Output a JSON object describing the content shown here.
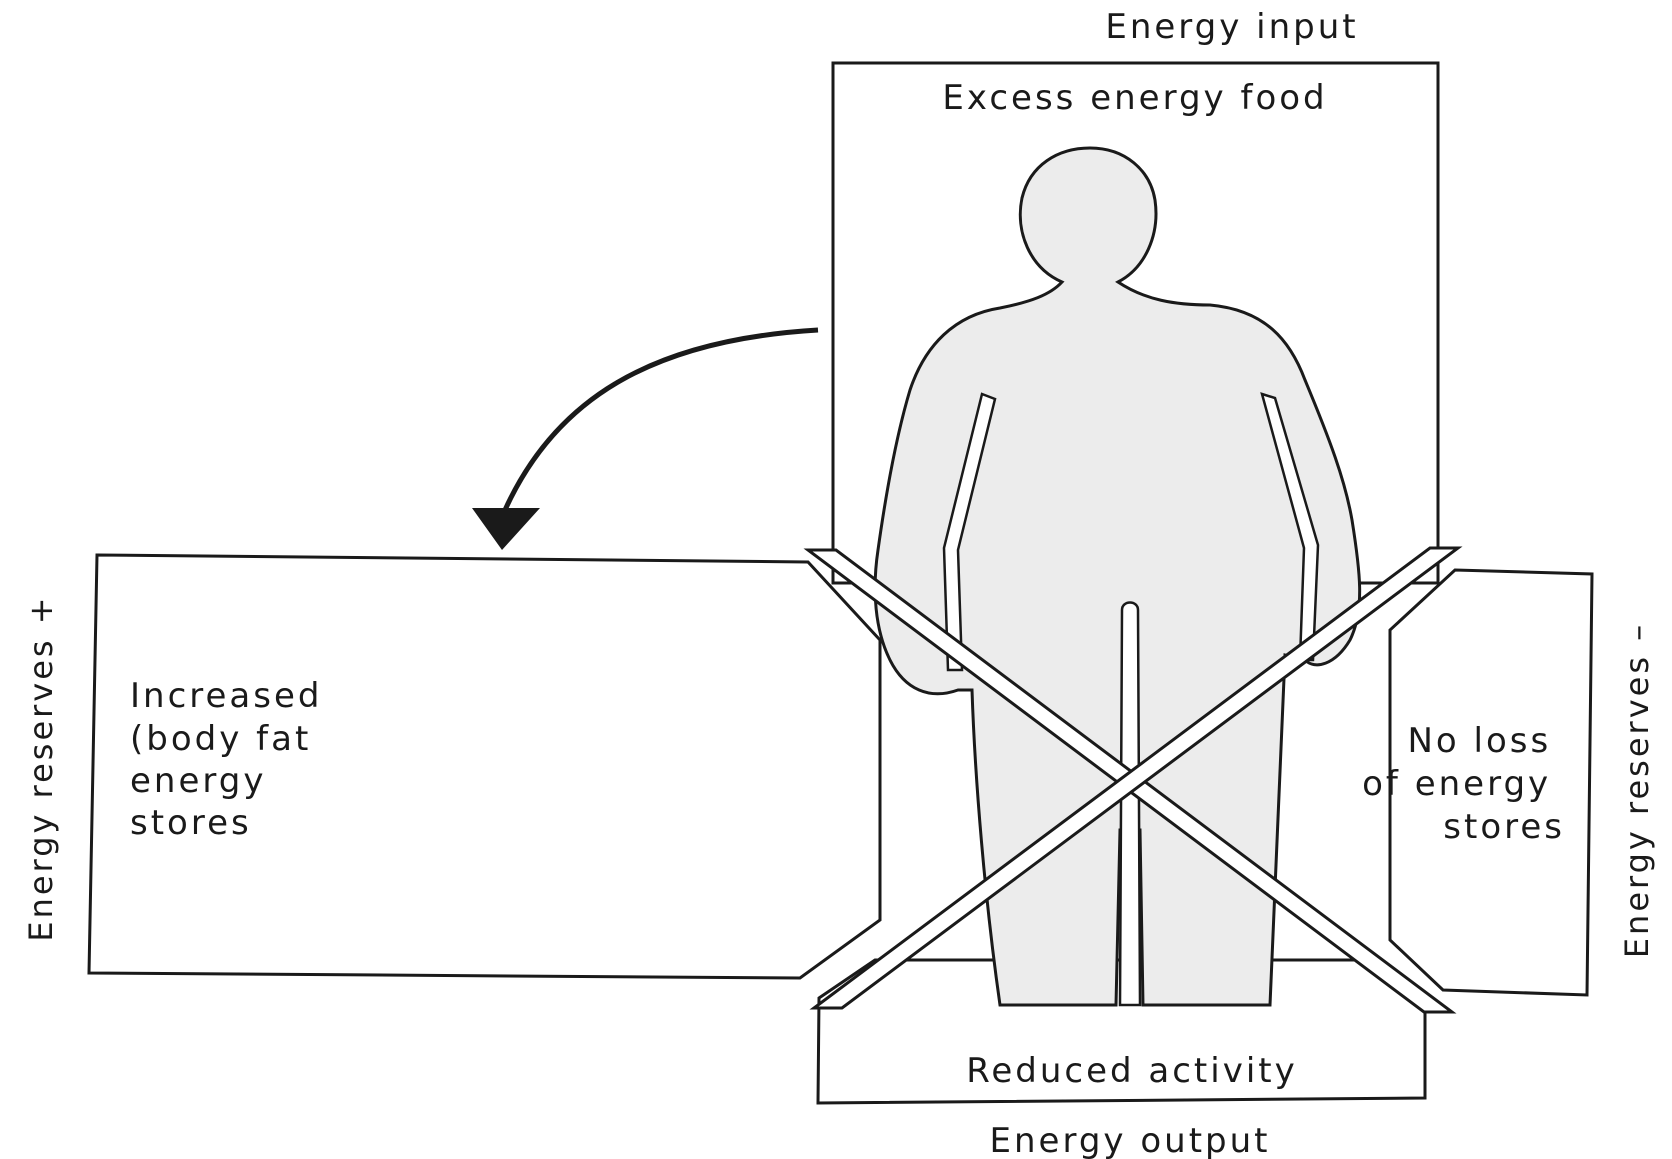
{
  "labels": {
    "energy_input": "Energy input",
    "excess_energy_food": "Excess energy food",
    "energy_reserves_plus": "Energy reserves +",
    "energy_reserves_minus": "Energy reserves –",
    "increased_lines": [
      "Increased",
      "(body fat",
      "energy",
      "stores"
    ],
    "no_loss_lines": [
      "No loss",
      "of energy",
      "stores"
    ],
    "reduced_activity": "Reduced activity",
    "energy_output": "Energy output"
  },
  "icons": {
    "figure": "human-figure-icon",
    "arrow": "curved-arrow-icon",
    "cross": "crossed-bars-icon"
  },
  "colors": {
    "ink": "#1a1a1a",
    "figure_fill": "#ececec",
    "background": "#ffffff"
  }
}
